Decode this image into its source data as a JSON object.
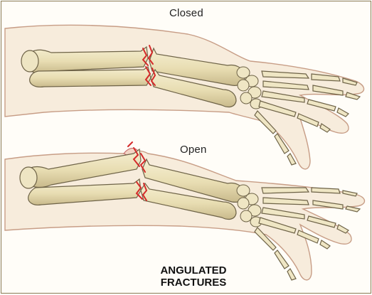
{
  "figure": {
    "panels": [
      {
        "id": "closed",
        "label": "Closed"
      },
      {
        "id": "open",
        "label": "Open"
      }
    ],
    "caption": [
      "ANGULATED",
      "FRACTURES"
    ],
    "colors": {
      "skin": "#f7ecdc",
      "skin_outline": "#c79d86",
      "bone": "#ece3bc",
      "bone_shade": "#c8b98a",
      "bone_outline": "#6e6347",
      "fracture": "#d42a2a",
      "border": "#8a7a52"
    }
  }
}
